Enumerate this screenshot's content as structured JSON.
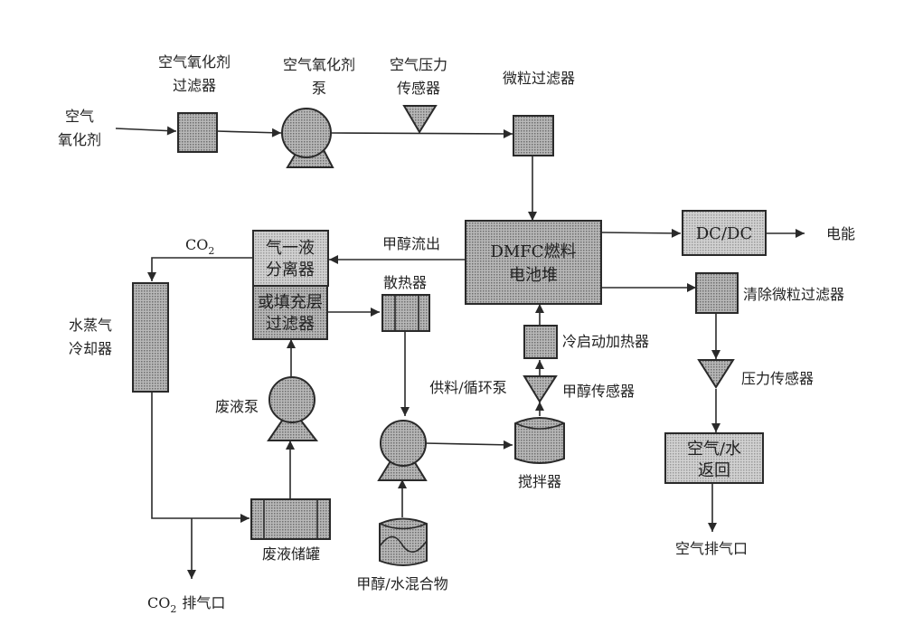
{
  "diagram": {
    "colors": {
      "fill_dark": "#8e8e8e",
      "fill_mid": "#a9a9a9",
      "fill_light": "#c4c4c4",
      "stroke": "#2a2a2a"
    },
    "labels": {
      "air_oxidant_1": "空气",
      "air_oxidant_2": "氧化剂",
      "air_filter_1": "空气氧化剂",
      "air_filter_2": "过滤器",
      "air_pump_1": "空气氧化剂",
      "air_pump_2": "泵",
      "air_pressure_1": "空气压力",
      "air_pressure_2": "传感器",
      "particle_filter": "微粒过滤器",
      "stack_1": "DMFC燃料",
      "stack_2": "电池堆",
      "dcdc": "DC/DC",
      "power": "电能",
      "methanol_out": "甲醇流出",
      "co2": "CO",
      "co2_sub": "2",
      "separator_1": "气一液",
      "separator_2": "分离器",
      "packed_1": "或填充层",
      "packed_2": "过滤器",
      "radiator": "散热器",
      "cooler_1": "水蒸气",
      "cooler_2": "冷却器",
      "waste_pump": "废液泵",
      "feed_pump": "供料/循环泵",
      "cold_heater": "冷启动加热器",
      "methanol_sensor": "甲醇传感器",
      "stirrer": "搅拌器",
      "clean_filter": "清除微粒过滤器",
      "pressure_sensor": "压力传感器",
      "air_water_1": "空气/水",
      "air_water_2": "返回",
      "air_exhaust": "空气排气口",
      "waste_tank": "废液储罐",
      "mixture": "甲醇/水混合物",
      "co2_exhaust_co": "CO",
      "co2_exhaust_sub": "2",
      "co2_exhaust_tail": "排气口"
    }
  }
}
